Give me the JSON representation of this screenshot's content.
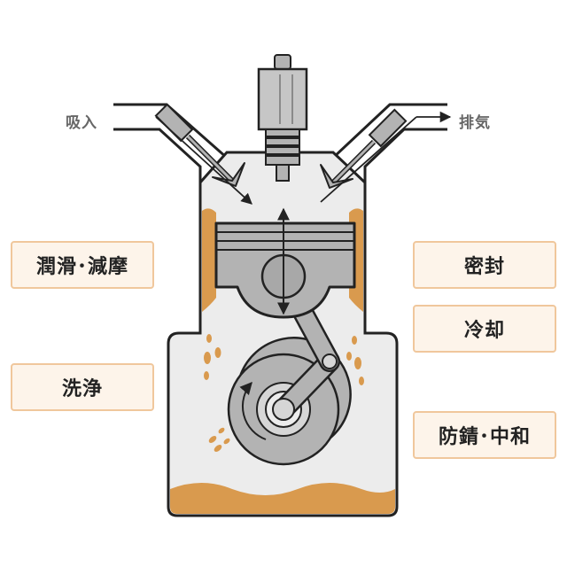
{
  "labels": {
    "intake": "吸入",
    "exhaust": "排気"
  },
  "functions": {
    "lubrication": "潤滑･減摩",
    "cleaning": "洗浄",
    "sealing": "密封",
    "cooling": "冷却",
    "rust_prevention": "防錆･中和"
  },
  "colors": {
    "oil": "#d99a4e",
    "engine_fill": "#ececec",
    "metal": "#b3b3b3",
    "outline": "#222222",
    "box_border": "#f0c79c",
    "box_fill": "#fdf4ea"
  }
}
